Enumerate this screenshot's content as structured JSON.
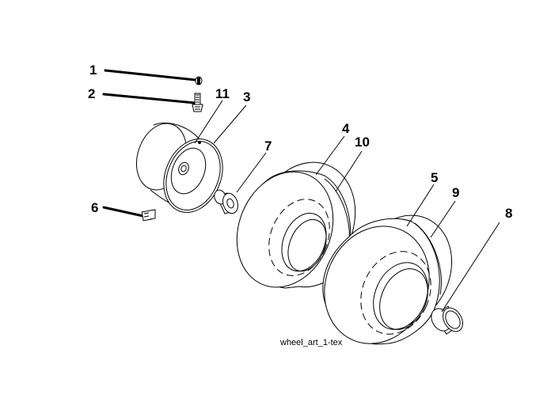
{
  "diagram": {
    "caption": "wheel_art_1-tex",
    "callouts": [
      "1",
      "2",
      "11",
      "3",
      "7",
      "4",
      "10",
      "5",
      "9",
      "8",
      "6"
    ]
  }
}
